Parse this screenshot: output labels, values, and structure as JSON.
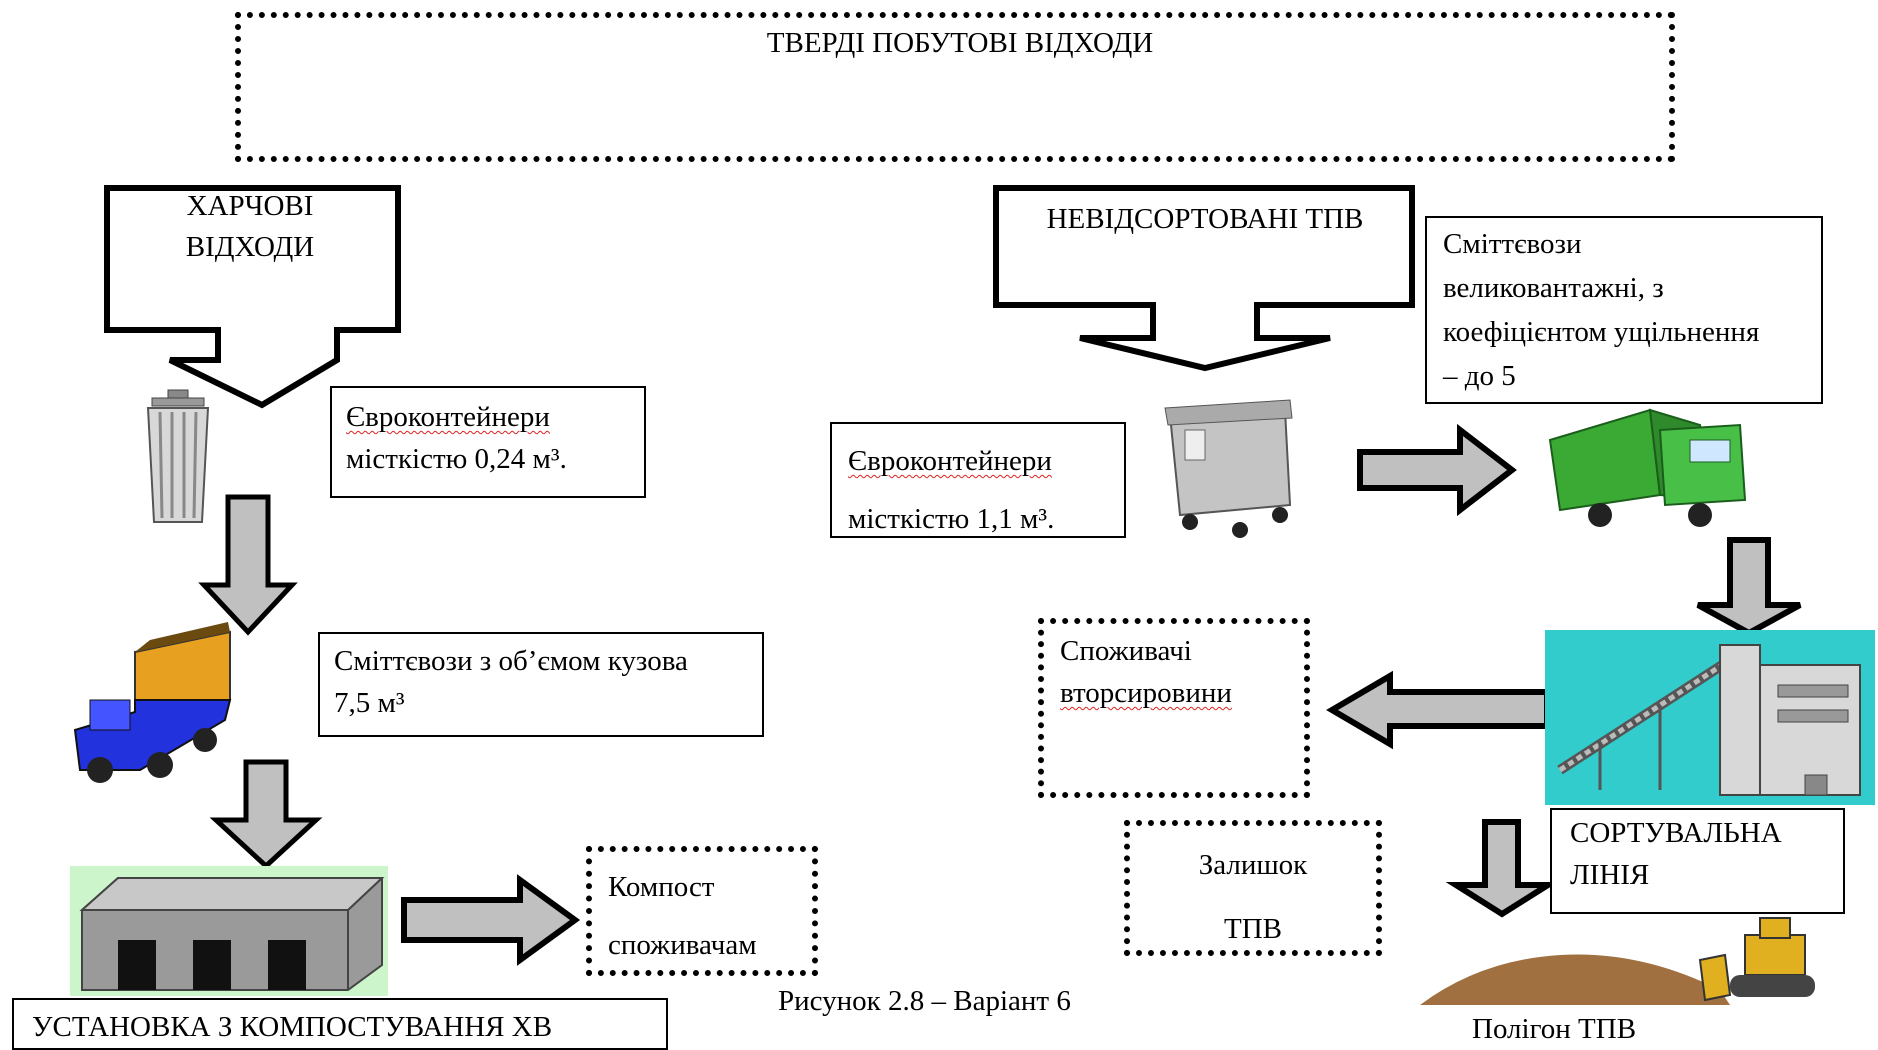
{
  "title": "ТВЕРДІ ПОБУТОВІ ВІДХОДИ",
  "left": {
    "food_waste": [
      "ХАРЧОВІ",
      "ВІДХОДИ"
    ],
    "containers": {
      "line1": "Євроконтейнери",
      "line2": "місткістю 0,24 м³."
    },
    "trucks": {
      "line1": "Сміттєвози з об’ємом кузова",
      "line2": "7,5 м³"
    },
    "compost": {
      "line1": "Компост",
      "line2": "споживачам"
    },
    "plant_label": "УСТАНОВКА З КОМПОСТУВАННЯ ХВ"
  },
  "right": {
    "unsorted": "НЕВІДСОРТОВАНІ ТПВ",
    "containers": {
      "line1": "Євроконтейнери",
      "line2": "місткістю 1,1 м³."
    },
    "trucks": {
      "line1": "Сміттєвози",
      "line2": "великовантажні, з",
      "line3": "коефіцієнтом ущільнення",
      "line4": "– до 5"
    },
    "consumers": {
      "line1": "Споживачі",
      "line2": "вторсировини"
    },
    "residue": {
      "line1": "Залишок",
      "line2": "ТПВ"
    },
    "sorting": {
      "line1": "СОРТУВАЛЬНА",
      "line2": "ЛІНІЯ"
    },
    "landfill": "Полігон ТПВ"
  },
  "caption": "Рисунок 2.8 – Варіант 6",
  "colors": {
    "arrow_fill": "#c0c0c0",
    "sorting_bg": "#33cccc",
    "plant_bg": "#ccf5cc",
    "truck_green": "#3aaa35",
    "truck_blue": "#2233dd",
    "truck_body": "#e8a020",
    "landfill": "#a07040"
  }
}
